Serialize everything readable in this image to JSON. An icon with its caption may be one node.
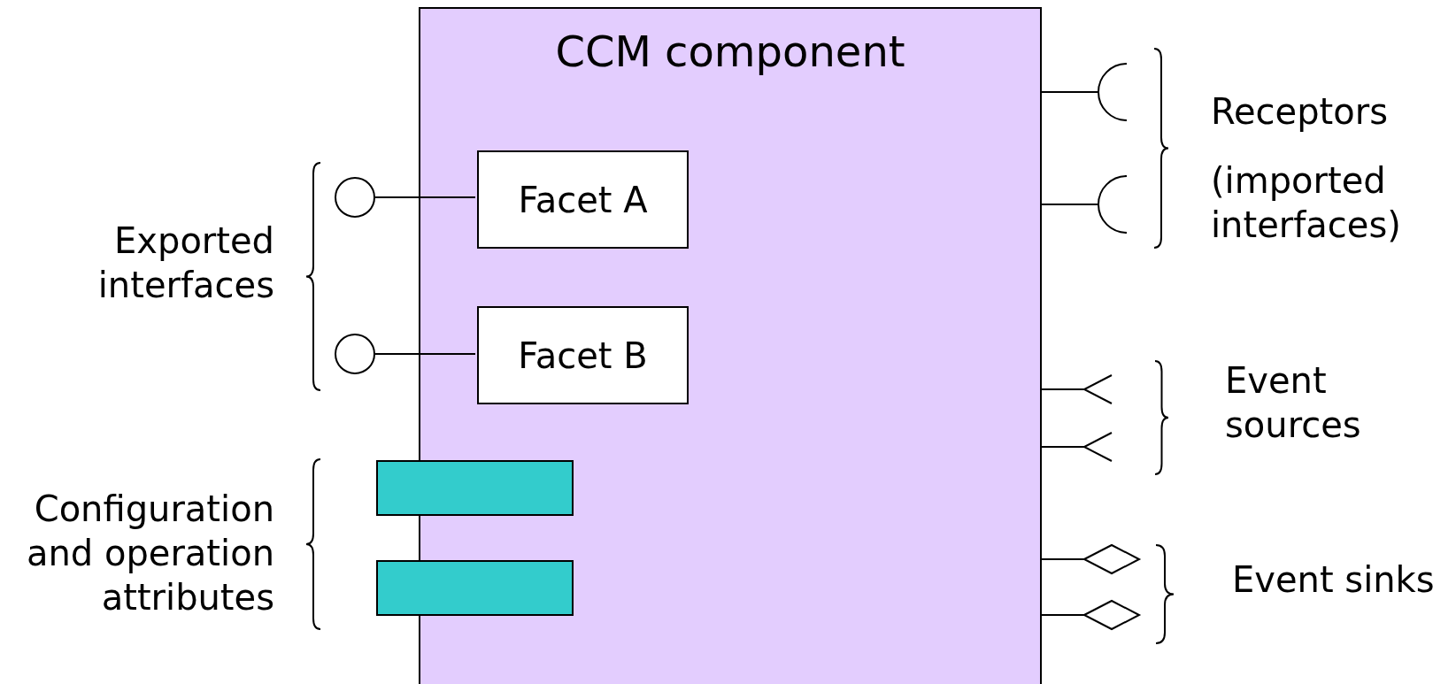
{
  "diagram": {
    "nodes": [
      {
        "text": [
          "CCM component"
        ]
      },
      {
        "text": [
          "Facet A"
        ],
        "in": 0
      },
      {
        "text": [
          "Facet B"
        ],
        "in": 0
      },
      {
        "text": [],
        "shape": "circle"
      },
      {
        "text": [],
        "shape": "circle"
      },
      {
        "text": [],
        "shape": "bar"
      },
      {
        "text": [],
        "shape": "bar"
      }
    ],
    "edges": [
      {
        "from": 3,
        "to": 1,
        "arrow": "none"
      },
      {
        "from": 4,
        "to": 2,
        "arrow": "none"
      },
      {
        "from": 0,
        "to": null,
        "arrow": "other"
      },
      {
        "from": 0,
        "to": null,
        "arrow": "other"
      },
      {
        "from": 0,
        "to": null,
        "arrow": "other"
      },
      {
        "from": 0,
        "to": null,
        "arrow": "other"
      },
      {
        "from": 0,
        "to": null,
        "arrow": "other"
      },
      {
        "from": 0,
        "to": null,
        "arrow": "other"
      }
    ],
    "labels": [
      "Exported interfaces",
      "Configuration and operation attributes",
      "Receptors",
      "(imported interfaces)",
      "Event sources",
      "Event sinks"
    ]
  }
}
